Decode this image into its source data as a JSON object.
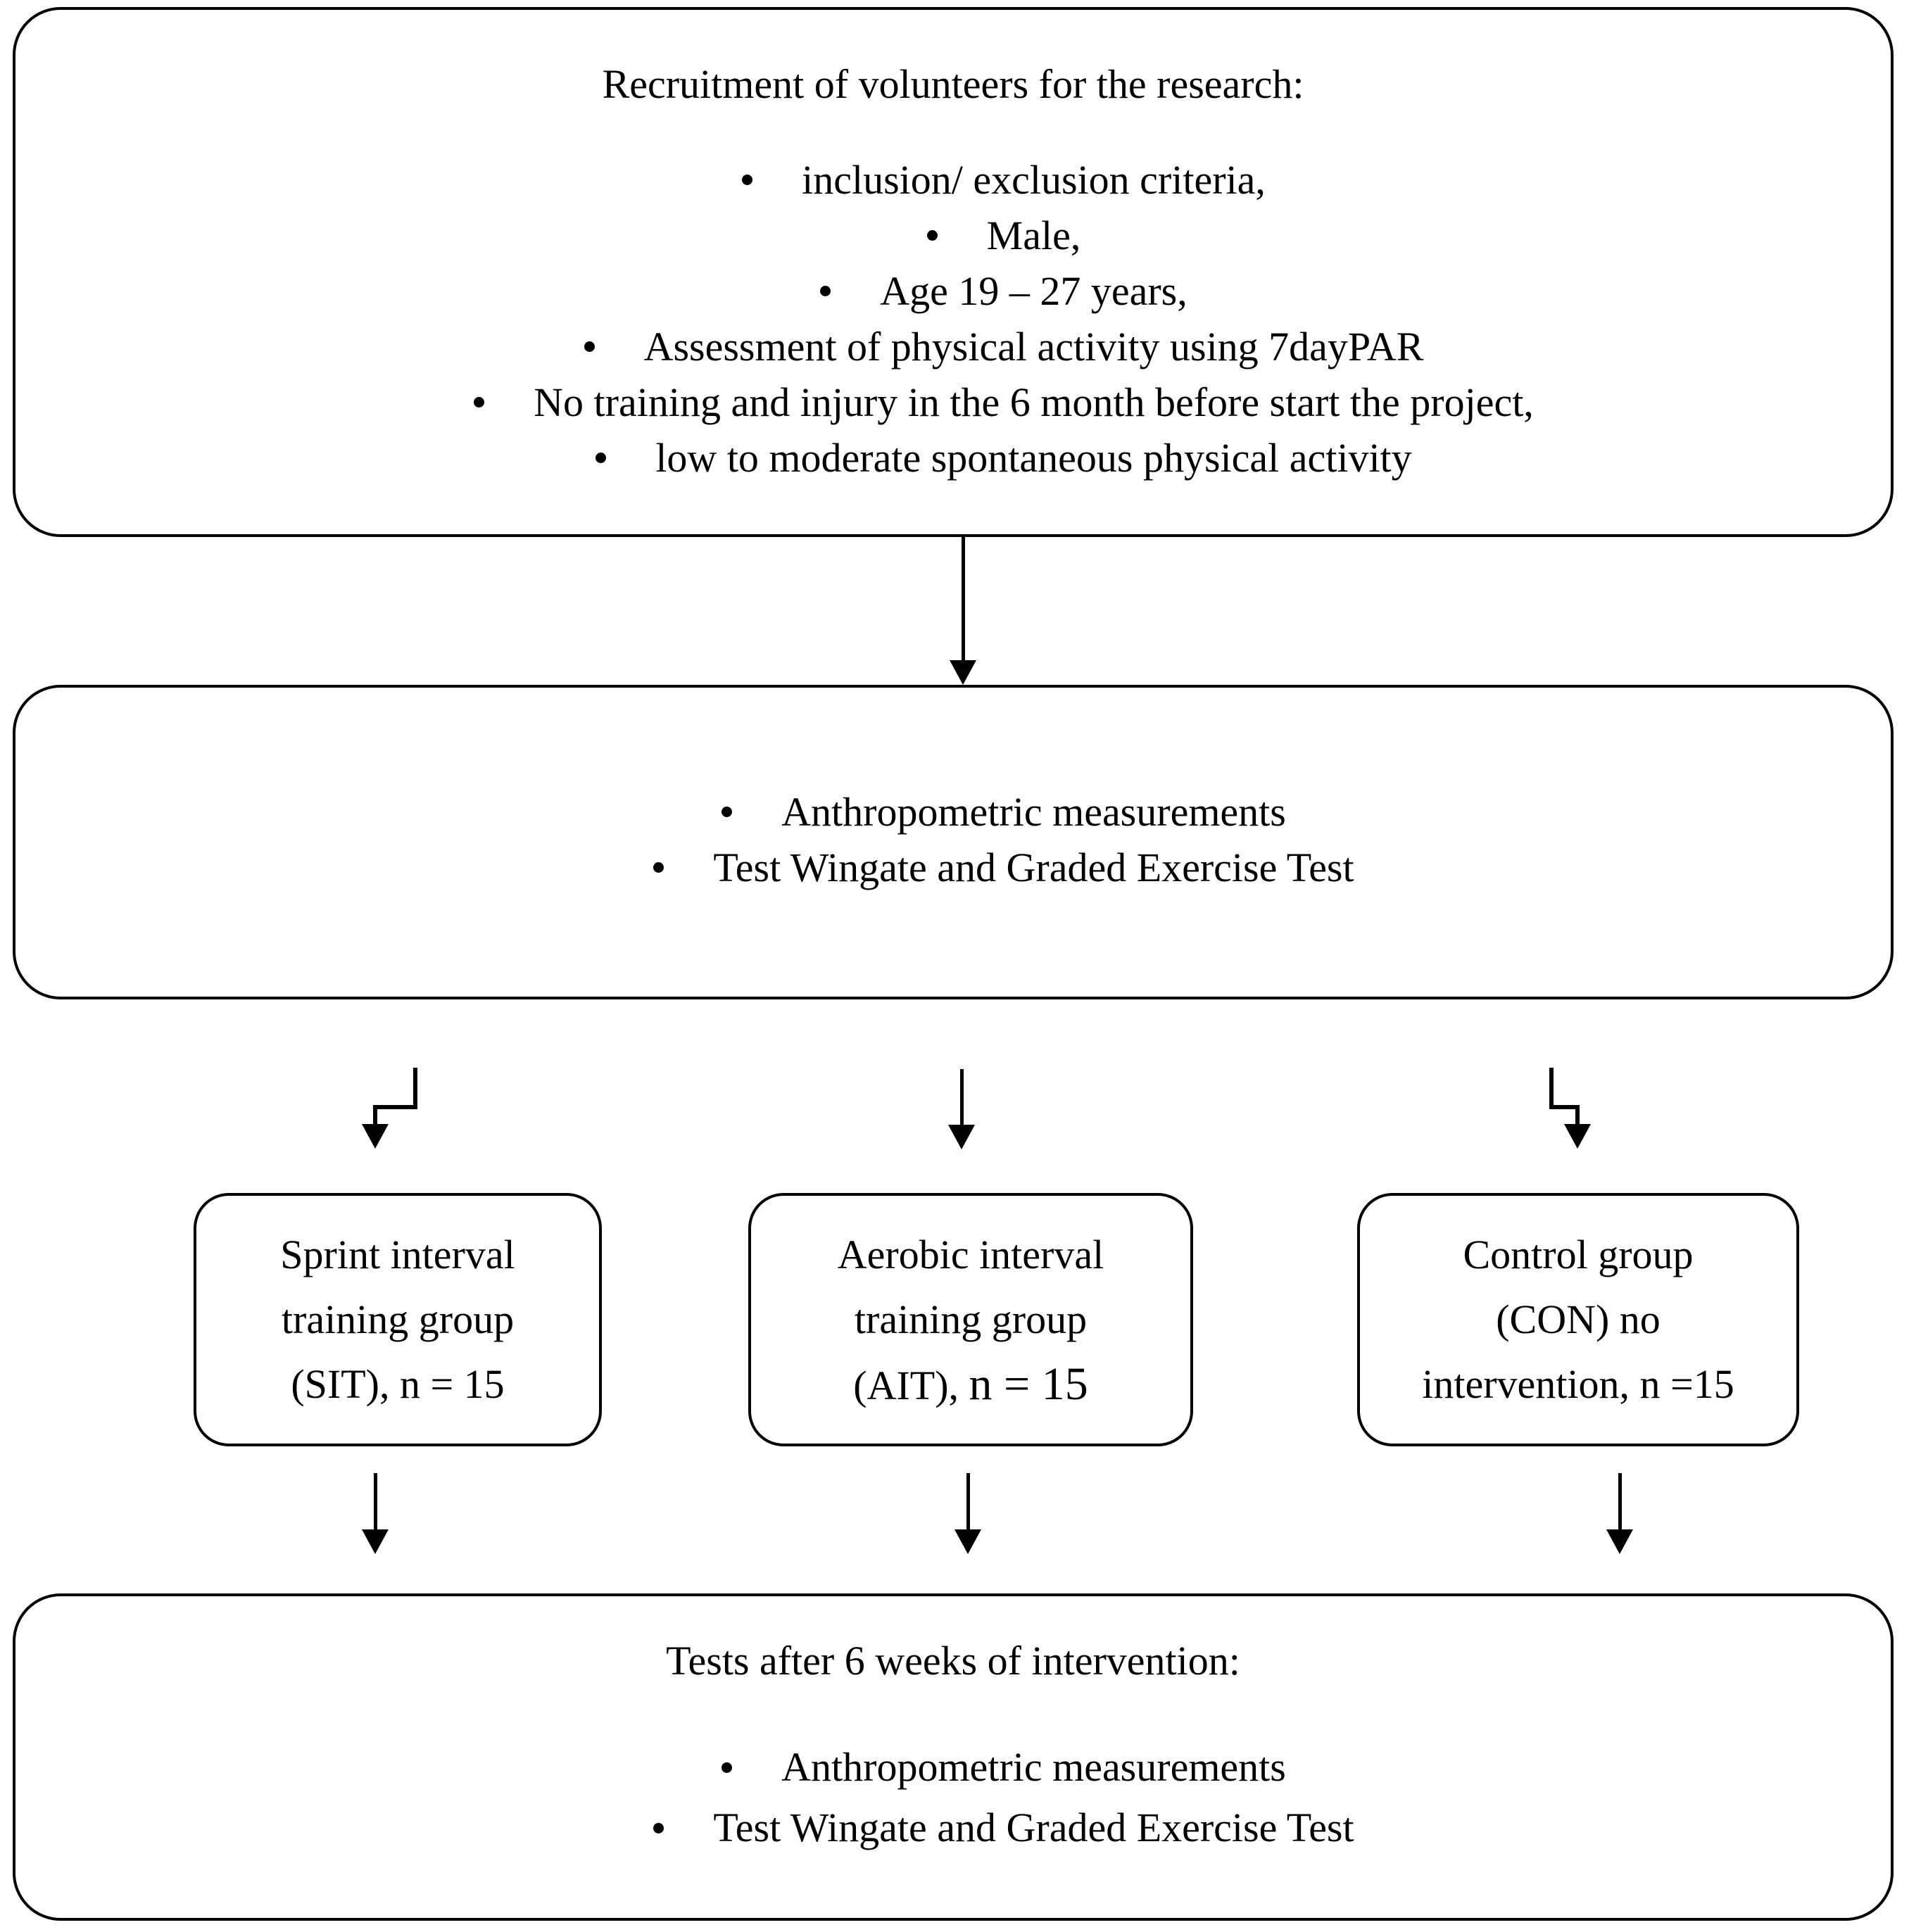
{
  "diagram": {
    "recruitment": {
      "title": "Recruitment of volunteers for the research:",
      "bullets": [
        "inclusion/ exclusion criteria,",
        "Male,",
        "Age 19 – 27 years,",
        "Assessment of physical activity using 7dayPAR",
        "No training and injury in the 6 month before start the project,",
        "low to moderate spontaneous physical activity"
      ]
    },
    "baseline_tests": {
      "bullets": [
        "Anthropometric measurements",
        "Test Wingate and Graded Exercise Test"
      ]
    },
    "groups": {
      "sit": {
        "line1": "Sprint interval",
        "line2": "training group",
        "line3": "(SIT), n = 15"
      },
      "ait": {
        "line1": "Aerobic interval",
        "line2": "training group",
        "line3_prefix": "(AIT), ",
        "line3_value": "n = 15"
      },
      "con": {
        "line1": "Control group",
        "line2": "(CON) no",
        "line3": "intervention, n =15"
      }
    },
    "post_tests": {
      "title": "Tests after 6 weeks of intervention:",
      "bullets": [
        "Anthropometric measurements",
        "Test Wingate and Graded Exercise Test"
      ]
    },
    "colors": {
      "ink": "#000000",
      "background": "#ffffff"
    }
  }
}
